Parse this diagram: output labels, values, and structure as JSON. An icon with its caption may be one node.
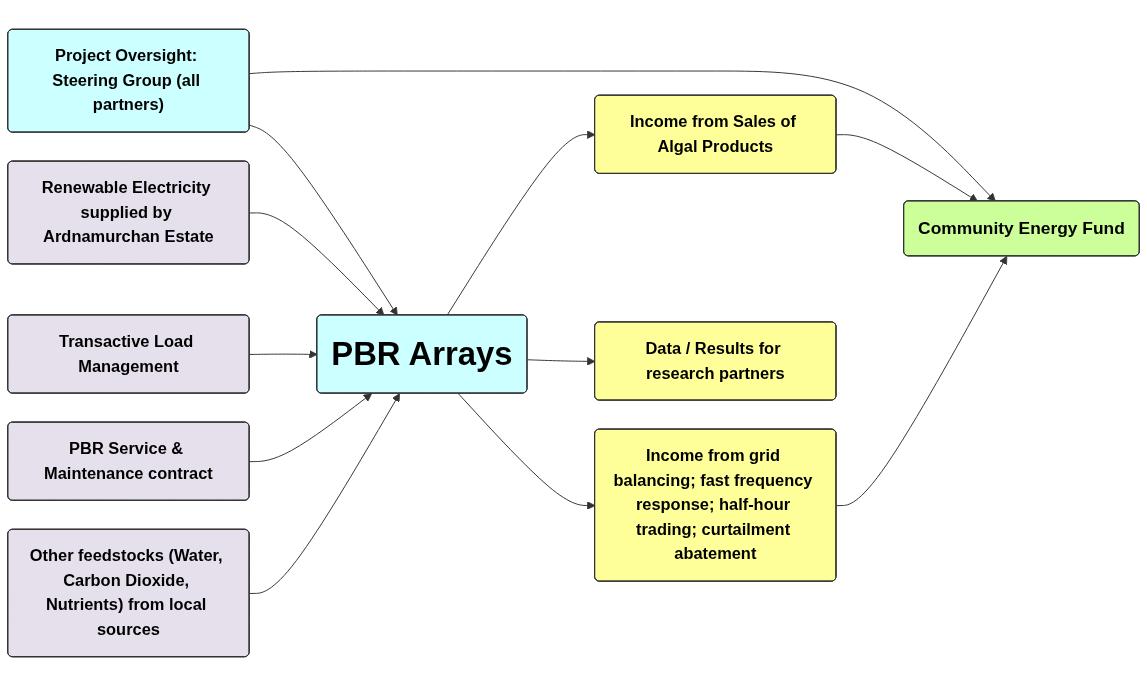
{
  "diagram": {
    "nodes": [
      {
        "text": [
          "Project Oversight: Steering Group (all partners)"
        ]
      },
      {
        "text": [
          "Renewable Electricity supplied by Ardnamurchan Estate"
        ]
      },
      {
        "text": [
          "Community Energy Fund"
        ]
      },
      {
        "text": [
          "Transactive Load Management"
        ]
      },
      {
        "text": [
          "PBR Arrays"
        ]
      },
      {
        "text": [
          "Income from Sales of Algal Products"
        ]
      },
      {
        "text": [
          "PBR Service & Maintenance contract"
        ]
      },
      {
        "text": [
          "Income from grid balancing; fast frequency response; half-hour trading; curtailment abatement"
        ]
      },
      {
        "text": [
          "Other feedstocks (Water, Carbon Dioxide, Nutrients) from local sources"
        ]
      },
      {
        "text": [
          "Data / Results for research partners"
        ]
      }
    ],
    "edges": [
      {
        "from": 0,
        "to": 2,
        "arrow": "to"
      },
      {
        "from": 0,
        "to": 4,
        "arrow": "to"
      },
      {
        "from": 1,
        "to": 4,
        "arrow": "to"
      },
      {
        "from": 3,
        "to": 4,
        "arrow": "to"
      },
      {
        "from": 6,
        "to": 4,
        "arrow": "to"
      },
      {
        "from": 8,
        "to": 4,
        "arrow": "to"
      },
      {
        "from": 4,
        "to": 5,
        "arrow": "to"
      },
      {
        "from": 5,
        "to": 2,
        "arrow": "to"
      },
      {
        "from": 4,
        "to": 7,
        "arrow": "to"
      },
      {
        "from": 7,
        "to": 2,
        "arrow": "to"
      },
      {
        "from": 4,
        "to": 9,
        "arrow": "to"
      }
    ]
  }
}
